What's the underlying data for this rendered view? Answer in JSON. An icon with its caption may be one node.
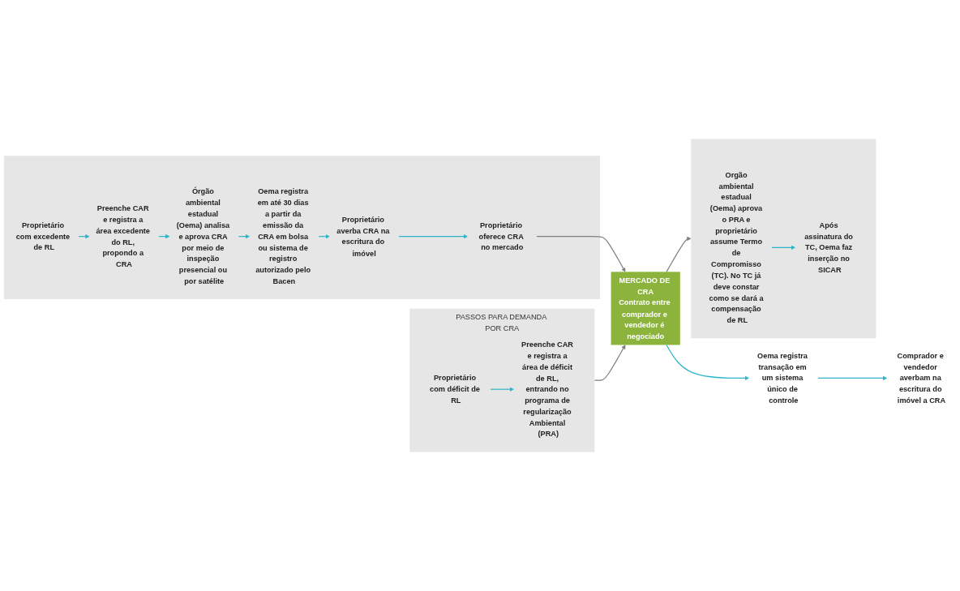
{
  "diagram": {
    "nodes": [
      {
        "text": [],
        "shape": "box"
      },
      {
        "text": [
          "Proprietário com excedente de RL"
        ],
        "in": 0
      },
      {
        "text": [
          "Preenche CAR e registra a área excedente do RL, propondo a CRA"
        ],
        "in": 0
      },
      {
        "text": [
          "Órgão ambiental estadual (Oema) analisa e aprova CRA por meio de inspeção presencial ou por satélite"
        ],
        "in": 0
      },
      {
        "text": [
          "Oema registra em até 30 dias a partir da emissão da CRA em bolsa ou sistema de registro autorizado pelo Bacen"
        ],
        "in": 0
      },
      {
        "text": [
          "Proprietário averba CRA na escritura do imóvel"
        ],
        "in": 0
      },
      {
        "text": [
          "Proprietário oferece CRA no mercado"
        ],
        "in": 0
      },
      {
        "text": [
          "MERCADO DE CRA",
          "Contrato entre comprador e vendedor é negociado"
        ]
      },
      {
        "text": [
          "Oema registra transação em um sistema único de controle"
        ]
      },
      {
        "text": [
          "Comprador e vendedor averbam na escritura do imóvel a CRA"
        ]
      },
      {
        "text": [
          "PASSOS PARA DEMANDA POR CRA"
        ]
      },
      {
        "text": [
          "Proprietário com déficit de RL"
        ],
        "in": 10
      },
      {
        "text": [
          "Preenche CAR e registra a área de déficit de RL, entrando no programa de regularização Ambiental (PRA)"
        ],
        "in": 10
      },
      {
        "text": [],
        "shape": "box"
      },
      {
        "text": [
          "Orgão ambiental estadual (Oema) aprova o PRA e proprietário assume Termo de Compromisso (TC). No TC já deve constar como se dará a compensação de RL"
        ],
        "in": 13
      },
      {
        "text": [
          "Após assinatura do TC, Oema faz inserção no SICAR"
        ],
        "in": 13
      }
    ],
    "edges": [
      {
        "from": 1,
        "to": 2,
        "arrow": "to"
      },
      {
        "from": 2,
        "to": 3,
        "arrow": "to"
      },
      {
        "from": 3,
        "to": 4,
        "arrow": "to"
      },
      {
        "from": 4,
        "to": 5,
        "arrow": "to"
      },
      {
        "from": 5,
        "to": 6,
        "arrow": "to"
      },
      {
        "from": 6,
        "to": 7,
        "arrow": "to",
        "color": "#7f7f7f"
      },
      {
        "from": 7,
        "to": 8,
        "arrow": "to"
      },
      {
        "from": 8,
        "to": 9,
        "arrow": "to"
      },
      {
        "from": 10,
        "to": 7,
        "arrow": "to",
        "color": "#7f7f7f"
      },
      {
        "from": 7,
        "to": 13,
        "arrow": "to",
        "color": "#7f7f7f"
      },
      {
        "from": 11,
        "to": 12,
        "arrow": "to"
      },
      {
        "from": 14,
        "to": 15,
        "arrow": "to"
      }
    ]
  }
}
